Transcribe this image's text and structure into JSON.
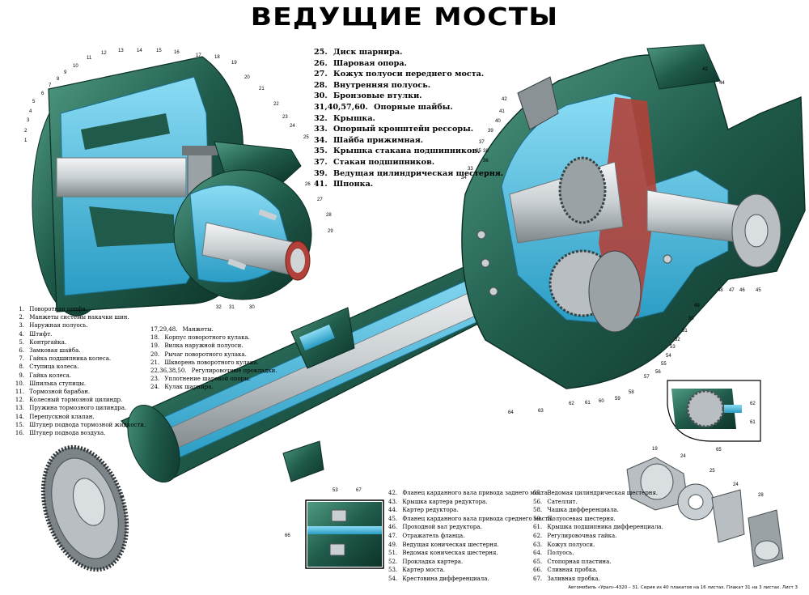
{
  "title": "ВЕДУЩИЕ МОСТЫ",
  "legend_top": [
    {
      "num": "25.",
      "text": "Диск шарнира."
    },
    {
      "num": "26.",
      "text": "Шаровая опора."
    },
    {
      "num": "27.",
      "text": "Кожух полуоси переднего моста."
    },
    {
      "num": "28.",
      "text": "Внутренняя полуось."
    },
    {
      "num": "30.",
      "text": "Бронзовые втулки."
    },
    {
      "num": "31,40,57,60.",
      "text": "Опорные шайбы."
    },
    {
      "num": "32.",
      "text": "Крышка."
    },
    {
      "num": "33.",
      "text": "Опорный кронштейн рессоры."
    },
    {
      "num": "34.",
      "text": "Шайба прижимная."
    },
    {
      "num": "35.",
      "text": "Крышка стакана подшипников."
    },
    {
      "num": "37.",
      "text": "Стакан подшипников."
    },
    {
      "num": "39.",
      "text": "Ведущая цилиндрическая шестерня."
    },
    {
      "num": "41.",
      "text": "Шпонка."
    }
  ],
  "legend_left": [
    {
      "num": "1.",
      "text": "Поворотная цапфа."
    },
    {
      "num": "2.",
      "text": "Манжеты системы накачки шин."
    },
    {
      "num": "3.",
      "text": "Наружная полуось."
    },
    {
      "num": "4.",
      "text": "Штифт."
    },
    {
      "num": "5.",
      "text": "Контргайка."
    },
    {
      "num": "6.",
      "text": "Замковая шайба."
    },
    {
      "num": "7.",
      "text": "Гайка подшипника колеса."
    },
    {
      "num": "8.",
      "text": "Ступица колеса."
    },
    {
      "num": "9.",
      "text": "Гайка колеса."
    },
    {
      "num": "10.",
      "text": "Шпилька ступицы."
    },
    {
      "num": "11.",
      "text": "Тормозной барабан."
    },
    {
      "num": "12.",
      "text": "Колесный тормозной цилиндр."
    },
    {
      "num": "13.",
      "text": "Пружина тормозного цилиндра."
    },
    {
      "num": "14.",
      "text": "Перепускной клапан."
    },
    {
      "num": "15.",
      "text": "Штуцер подвода тормозной жидкости."
    },
    {
      "num": "16.",
      "text": "Штуцер подвода воздуха."
    }
  ],
  "legend_mid": [
    {
      "num": "17,29,48.",
      "text": "Манжеты."
    },
    {
      "num": "18.",
      "text": "Корпус поворотного кулака."
    },
    {
      "num": "19.",
      "text": "Вилка наружной полуоси."
    },
    {
      "num": "20.",
      "text": "Рычаг поворотного кулака."
    },
    {
      "num": "21.",
      "text": "Шкворень поворотного кулака."
    },
    {
      "num": "22,36,38,50.",
      "text": "Регулировочные прокладки."
    },
    {
      "num": "23.",
      "text": "Уплотнение шаровой опоры."
    },
    {
      "num": "24.",
      "text": "Кулак шарнира."
    }
  ],
  "legend_bottom_left": [
    {
      "num": "42.",
      "text": "Фланец карданного вала привода заднего моста."
    },
    {
      "num": "43.",
      "text": "Крышка картера редуктора."
    },
    {
      "num": "44.",
      "text": "Картер редуктора."
    },
    {
      "num": "45.",
      "text": "Фланец карданного вала привода среднего моста."
    },
    {
      "num": "46.",
      "text": "Проходной вал редуктора."
    },
    {
      "num": "47.",
      "text": "Отражатель фланца."
    },
    {
      "num": "49.",
      "text": "Ведущая коническая шестерня."
    },
    {
      "num": "51.",
      "text": "Ведомая коническая шестерня."
    },
    {
      "num": "52.",
      "text": "Прокладка картера."
    },
    {
      "num": "53.",
      "text": "Картер моста."
    },
    {
      "num": "54.",
      "text": "Крестовина дифференциала."
    }
  ],
  "legend_bottom_right": [
    {
      "num": "55.",
      "text": "Ведомая цилиндрическая шестерня."
    },
    {
      "num": "56.",
      "text": "Сателлит."
    },
    {
      "num": "58.",
      "text": "Чашка дифференциала."
    },
    {
      "num": "59.",
      "text": "Полуосевая шестерня."
    },
    {
      "num": "61.",
      "text": "Крышка подшипника дифференциала."
    },
    {
      "num": "62.",
      "text": "Регулировочная гайка."
    },
    {
      "num": "63.",
      "text": "Кожух полуоси."
    },
    {
      "num": "64.",
      "text": "Полуось."
    },
    {
      "num": "65.",
      "text": "Стопорная пластина."
    },
    {
      "num": "66.",
      "text": "Сливная пробка."
    },
    {
      "num": "67.",
      "text": "Заливная пробка."
    }
  ],
  "footer": "Автомобиль «Урал»-4320 – 31. Серия из 40 плакатов на 16 листах. Плакат 31 на 3 листах. Лист 3",
  "callouts": {
    "hub": [
      "1",
      "2",
      "3",
      "4",
      "5",
      "6",
      "7",
      "8",
      "9",
      "10",
      "11",
      "12",
      "13",
      "14",
      "15",
      "16",
      "17",
      "18",
      "19",
      "20",
      "21",
      "22",
      "23",
      "24",
      "25",
      "26",
      "27",
      "28",
      "29",
      "30",
      "31",
      "32"
    ],
    "gearbox": [
      "33",
      "34",
      "35",
      "36",
      "37",
      "38",
      "39",
      "40",
      "41",
      "42",
      "43",
      "44",
      "45",
      "46",
      "47",
      "48",
      "49",
      "50",
      "51",
      "52",
      "53",
      "54",
      "55",
      "56",
      "57",
      "58",
      "59",
      "60",
      "61",
      "62",
      "63",
      "64"
    ],
    "plug": [
      "53",
      "67",
      "66"
    ],
    "bearing": [
      "62",
      "61",
      "65"
    ],
    "joint": [
      "19",
      "24",
      "25",
      "24",
      "28"
    ]
  },
  "colors": {
    "casting": "#1f5a4a",
    "casting_light": "#3f8a74",
    "casting_dark": "#0f3a30",
    "section": "#5fc6e8",
    "section_dark": "#2a9cc4",
    "steel": "#c9cfd2",
    "steel_dark": "#8e979b",
    "gear_red": "#b2413a"
  }
}
